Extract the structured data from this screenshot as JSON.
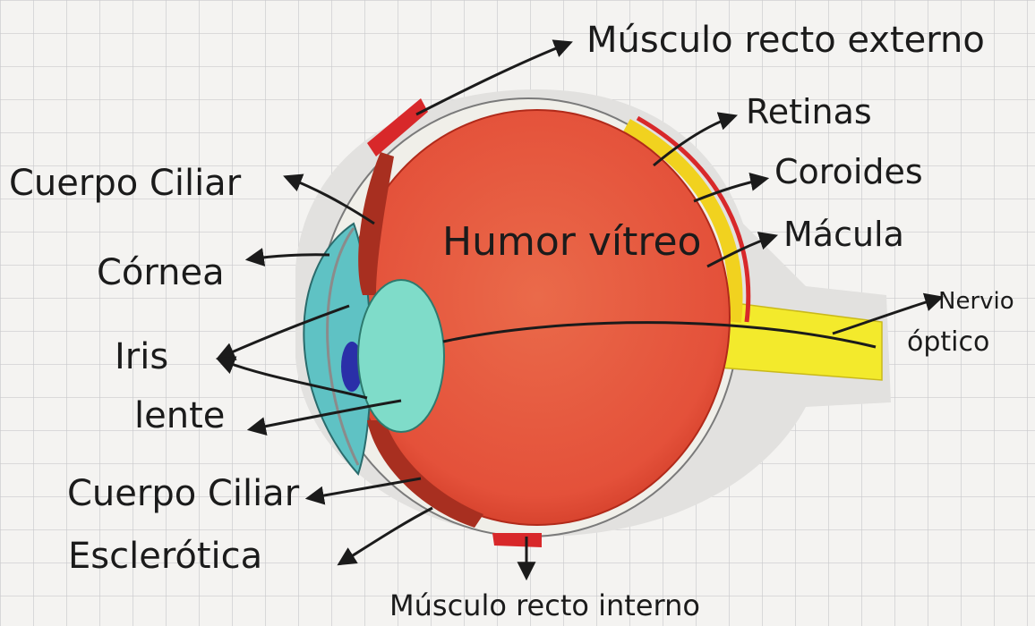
{
  "labels": {
    "musculo_recto_externo": "Músculo recto externo",
    "retinas": "Retinas",
    "coroides": "Coroides",
    "macula": "Mácula",
    "nervio_optico_1": "Nervio",
    "nervio_optico_2": "óptico",
    "cuerpo_ciliar_top": "Cuerpo Ciliar",
    "cornea": "Córnea",
    "iris": "Iris",
    "lente": "lente",
    "cuerpo_ciliar_bottom": "Cuerpo Ciliar",
    "esclerotica": "Esclerótica",
    "musculo_recto_interno": "Músculo recto interno",
    "humor_vitreo": "Humor vítreo"
  },
  "colors": {
    "paper": "#f4f3f1",
    "grid": "#c9c9cc",
    "eyeball": "#e8573a",
    "eyeball_shade": "#d9442a",
    "lens": "#7fdcc9",
    "cornea": "#5fc2c4",
    "pupil": "#2a2fa8",
    "optic_nerve": "#f3ea2c",
    "muscle": "#d8282a",
    "ink": "#1b1b1b"
  }
}
